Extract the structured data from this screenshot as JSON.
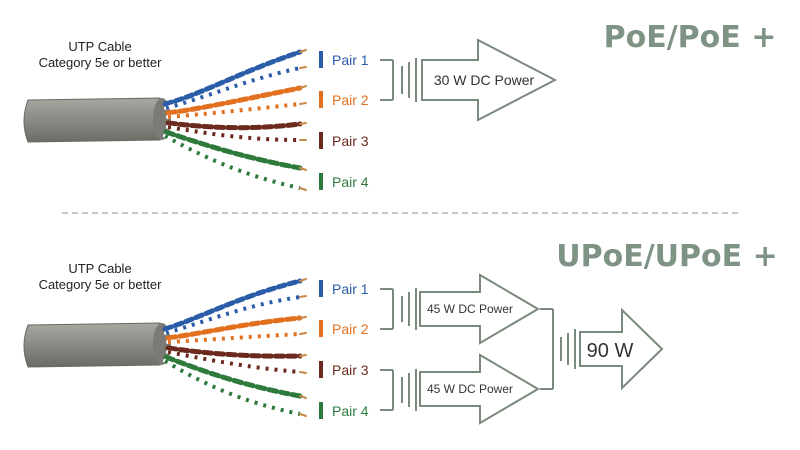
{
  "top": {
    "title": "PoE/PoE +",
    "cable_label_line1": "UTP Cable",
    "cable_label_line2": "Category 5e or better",
    "pairs": [
      {
        "label": "Pair 1",
        "color": "#2a5ca8"
      },
      {
        "label": "Pair 2",
        "color": "#e2701f"
      },
      {
        "label": "Pair 3",
        "color": "#6b2a1d"
      },
      {
        "label": "Pair 4",
        "color": "#2e7a3c"
      }
    ],
    "power_label": "30 W DC Power"
  },
  "bottom": {
    "title": "UPoE/UPoE +",
    "cable_label_line1": "UTP Cable",
    "cable_label_line2": "Category 5e or better",
    "pairs": [
      {
        "label": "Pair 1",
        "color": "#2a5ca8"
      },
      {
        "label": "Pair 2",
        "color": "#e2701f"
      },
      {
        "label": "Pair 3",
        "color": "#6b2a1d"
      },
      {
        "label": "Pair 4",
        "color": "#2e7a3c"
      }
    ],
    "power_label_upper": "45 W DC Power",
    "power_label_lower": "45 W DC Power",
    "total_power_label": "90 W"
  },
  "colors": {
    "accent": "#7f9384",
    "arrow_stroke": "#7a8a7c",
    "text": "#333333",
    "divider": "#b5b5b5",
    "cable_jacket": "#8c8a85"
  }
}
